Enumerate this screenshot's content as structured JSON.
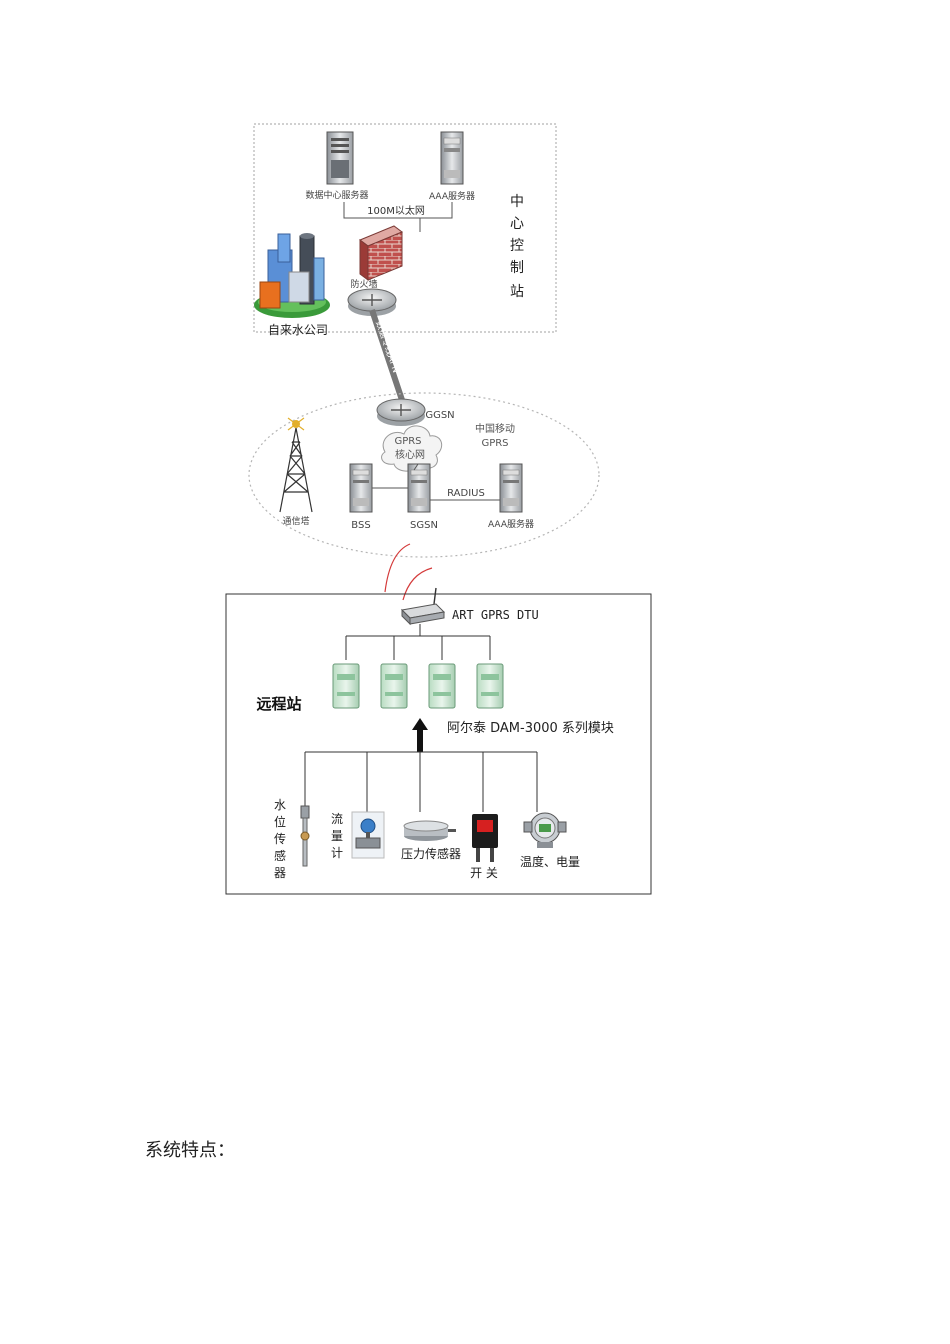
{
  "center": {
    "title_chars": [
      "中",
      "心",
      "控",
      "制",
      "站"
    ],
    "data_server_label": "数据中心服务器",
    "aaa_server_label": "AAA服务器",
    "ethernet_label": "100M以太网",
    "firewall_label": "防火墙",
    "water_company_label": "自来水公司",
    "dedicated_line_label": "数据专线APN"
  },
  "mobile": {
    "ggsn_label": "GGSN",
    "operator_line1": "中国移动",
    "operator_line2": "GPRS",
    "core_line1": "GPRS",
    "core_line2": "核心网",
    "radius_label": "RADIUS",
    "tower_label": "通信塔",
    "bss_label": "BSS",
    "sgsn_label": "SGSN",
    "aaa_label": "AAA服务器"
  },
  "remote": {
    "dtu_label": "ART GPRS DTU",
    "station_label": "远程站",
    "module_label": "阿尔泰 DAM-3000 系列模块",
    "water_level_chars": [
      "水",
      "位",
      "传",
      "感",
      "器"
    ],
    "flow_chars": [
      "流",
      "量",
      "计"
    ],
    "pressure_label": "压力传感器",
    "switch_label": "开 关",
    "temp_label": "温度、电量"
  },
  "footer": {
    "text": "系统特点："
  }
}
